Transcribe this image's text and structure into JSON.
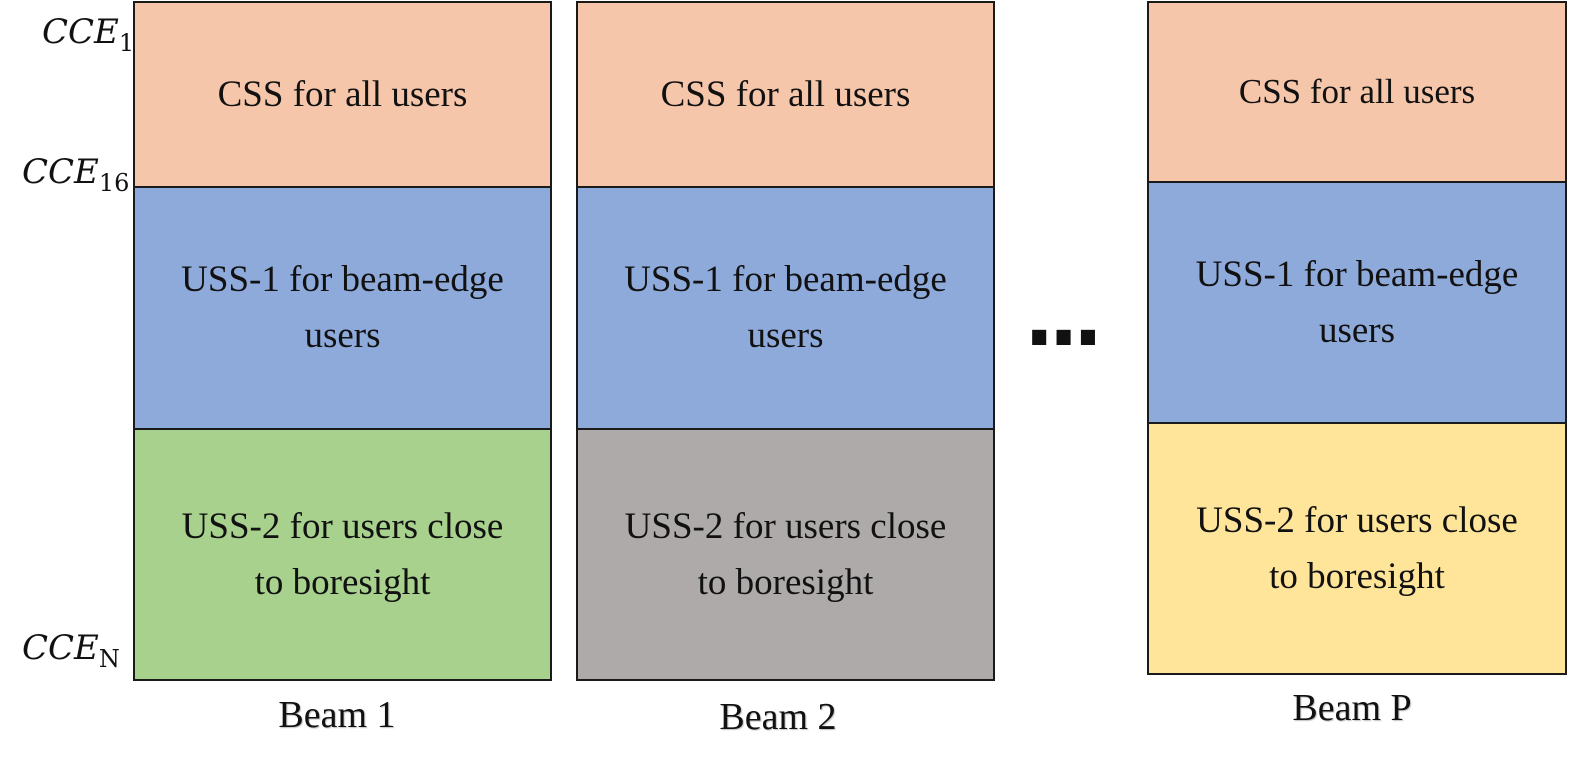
{
  "cce_labels": [
    {
      "base": "CCE",
      "sub": "1"
    },
    {
      "base": "CCE",
      "sub": "16"
    },
    {
      "base": "CCE",
      "sub": "N"
    }
  ],
  "ellipsis": "...",
  "colors": {
    "css": "#f6c6aa",
    "uss1": "#8eaadb",
    "uss2_beam1": "#a8d18d",
    "uss2_beam2": "#aeaaaa",
    "uss2_beamP": "#ffe599",
    "border": "#1a1a1a"
  },
  "beams": [
    {
      "label": "Beam 1",
      "css": "CSS for all users",
      "uss1": "USS-1 for  beam-edge\nusers",
      "uss2": "USS-2 for users close\nto  boresight"
    },
    {
      "label": "Beam 2",
      "css": "CSS for all users",
      "uss1": "USS-1 for  beam-edge\nusers",
      "uss2": "USS-2 for users close\nto  boresight"
    },
    {
      "label": "Beam P",
      "css": "CSS for all users",
      "uss1": "USS-1 for  beam-edge\nusers",
      "uss2": "USS-2 for users close\nto  boresight"
    }
  ]
}
